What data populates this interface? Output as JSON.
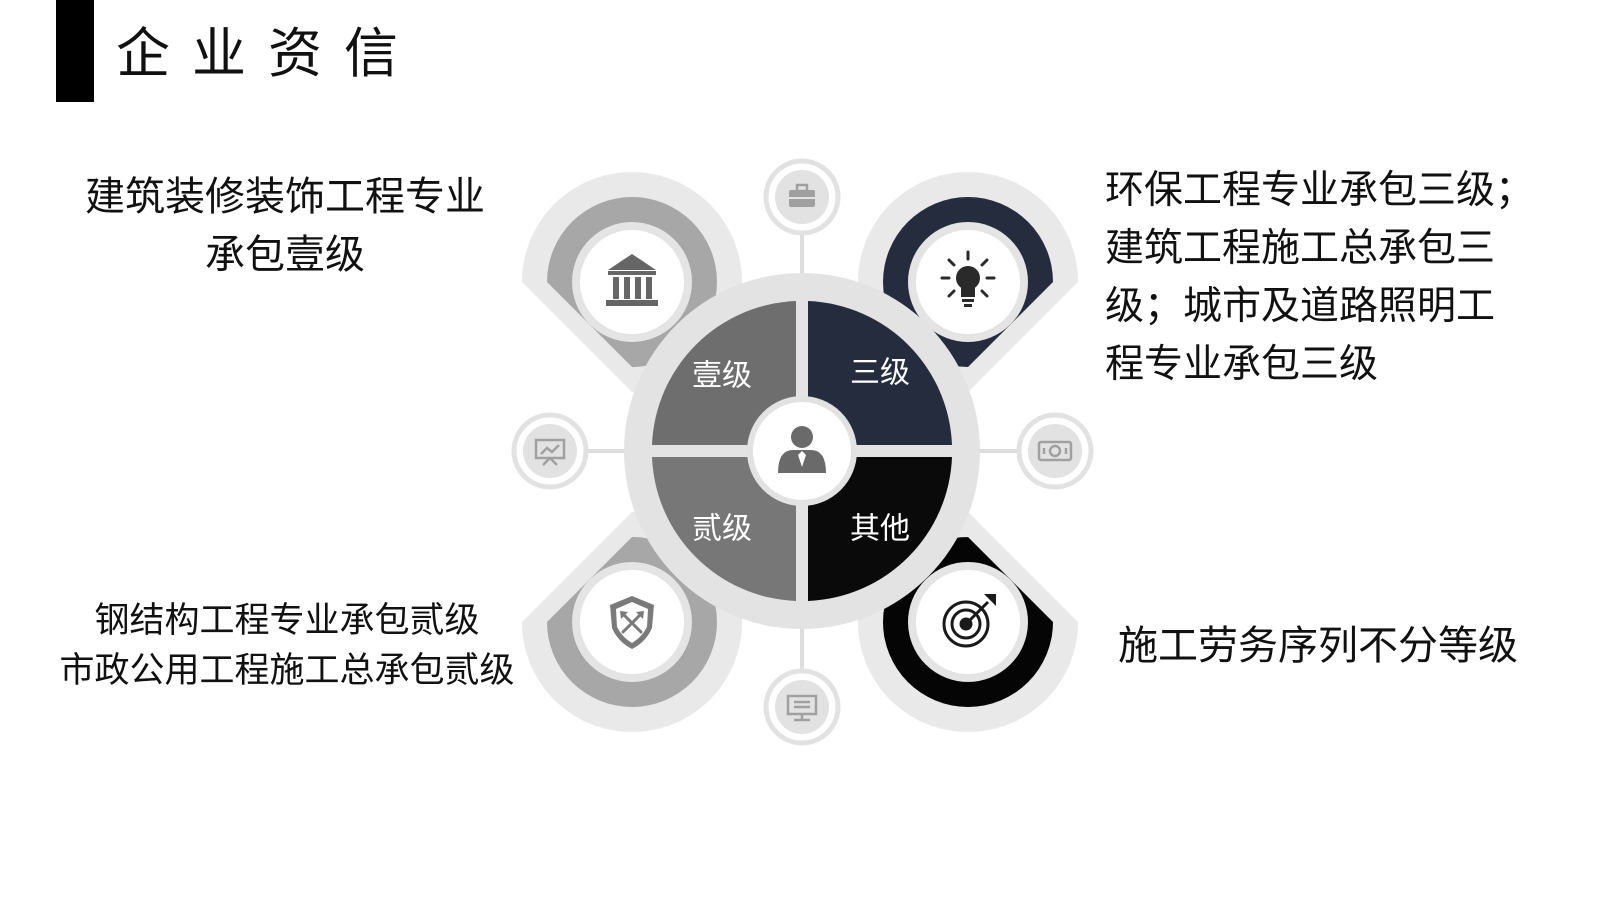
{
  "page": {
    "title": "企业资信"
  },
  "colors": {
    "seg_yi": "#6e6e6e",
    "seg_er": "#777777",
    "seg_san": "#252c3e",
    "seg_qita": "#0a0a0a",
    "petal_tl": "#a7a7a7",
    "petal_tr": "#252c3e",
    "petal_bl": "#a7a7a7",
    "petal_br": "#050505",
    "halo": "#e9e9e9",
    "ring": "#e3e3e3",
    "connector": "#dddddd",
    "satellite": "#e2e2e2",
    "satellite_icon": "#a0a0a0"
  },
  "segments": [
    {
      "key": "yi",
      "label": "壹级",
      "quadrant": "top-left"
    },
    {
      "key": "san",
      "label": "三级",
      "quadrant": "top-right"
    },
    {
      "key": "er",
      "label": "贰级",
      "quadrant": "bottom-left"
    },
    {
      "key": "qita",
      "label": "其他",
      "quadrant": "bottom-right"
    }
  ],
  "descriptions": {
    "top_left": [
      "建筑装修装饰工程专业",
      "承包壹级"
    ],
    "top_right": [
      "环保工程专业承包三级；",
      "建筑工程施工总承包三",
      "级；城市及道路照明工",
      "程专业承包三级"
    ],
    "bottom_left": [
      "钢结构工程专业承包贰级",
      "市政公用工程施工总承包贰级"
    ],
    "bottom_right": [
      "施工劳务序列不分等级"
    ]
  },
  "icons": {
    "center": "businessman-icon",
    "petals": [
      "bank-building-icon",
      "lightbulb-icon",
      "shield-icon",
      "target-arrow-icon"
    ],
    "satellites": [
      "briefcase-icon",
      "presentation-chart-icon",
      "money-bill-icon",
      "monitor-icon"
    ]
  }
}
